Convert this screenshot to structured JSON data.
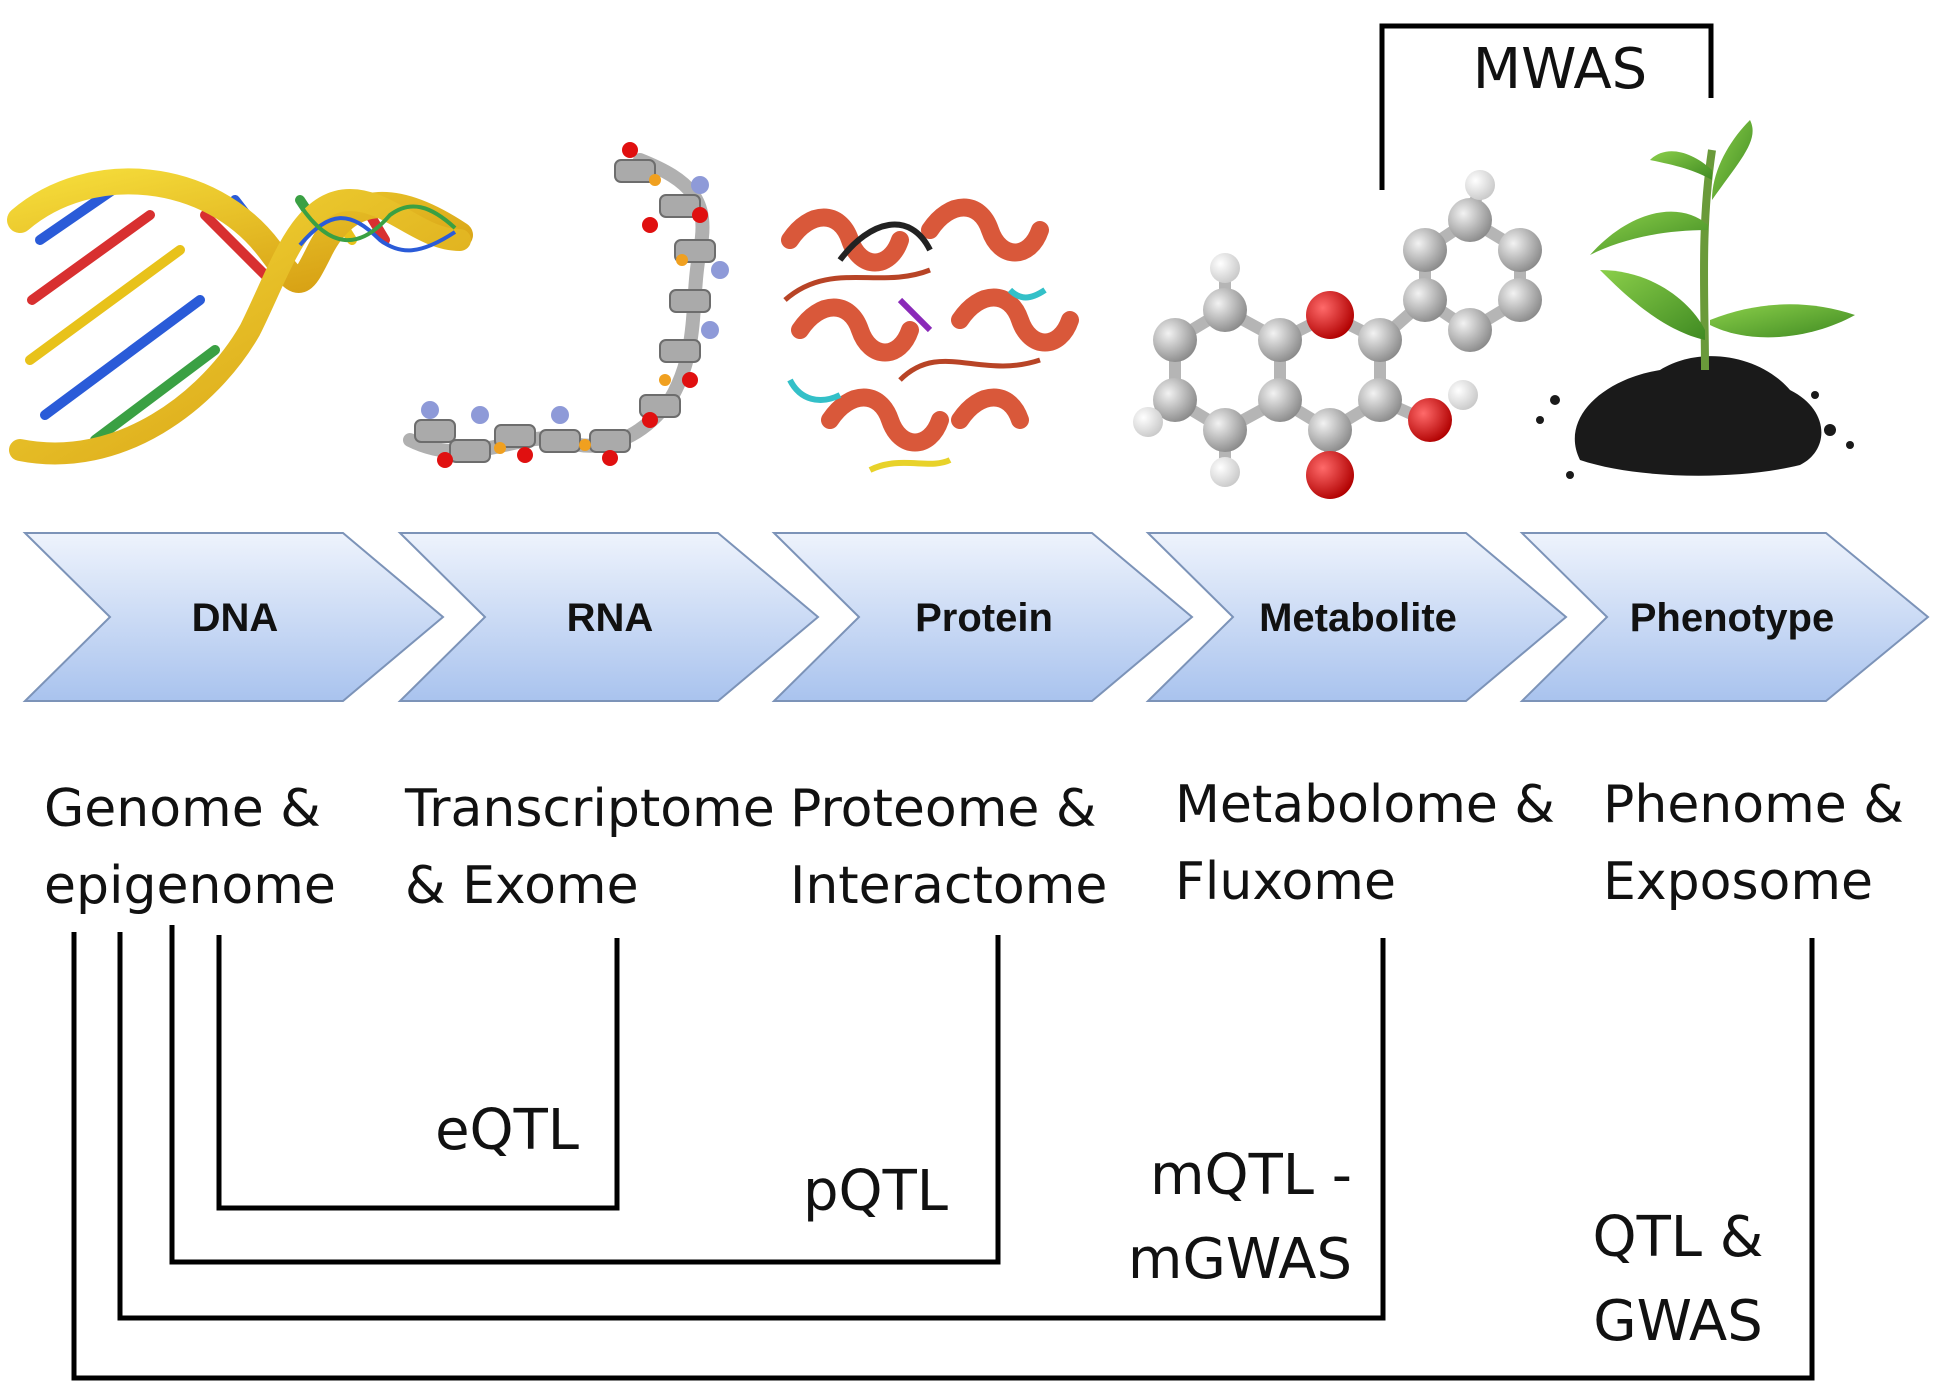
{
  "stages": [
    {
      "label": "DNA",
      "icon": "dna-helix-icon"
    },
    {
      "label": "RNA",
      "icon": "rna-strand-icon"
    },
    {
      "label": "Protein",
      "icon": "protein-ribbon-icon"
    },
    {
      "label": "Metabolite",
      "icon": "molecule-icon"
    },
    {
      "label": "Phenotype",
      "icon": "plant-seedling-icon"
    }
  ],
  "omics": [
    {
      "line1": "Genome &",
      "line2": "epigenome"
    },
    {
      "line1": "Transcriptome",
      "line2": "& Exome"
    },
    {
      "line1": "Proteome &",
      "line2": "Interactome"
    },
    {
      "line1": "Metabolome &",
      "line2": "Fluxome"
    },
    {
      "line1": "Phenome &",
      "line2": "Exposome"
    }
  ],
  "associations": {
    "eqtl": "eQTL",
    "pqtl": "pQTL",
    "mqtl_line1": "mQTL -",
    "mqtl_line2": "mGWAS",
    "qtl_line1": "QTL &",
    "qtl_line2": "GWAS",
    "mwas": "MWAS"
  },
  "colors": {
    "chevron_top": "#eef3fc",
    "chevron_bottom": "#a9c3ee",
    "chevron_stroke": "#7c93b8",
    "bracket": "#000000",
    "dna_yellow": "#e8c21a",
    "atom_gray": "#a8a8a8",
    "atom_red": "#e01010",
    "ribbon": "#d9583a",
    "leaf_green": "#5fa832",
    "soil": "#1a1a1a"
  }
}
